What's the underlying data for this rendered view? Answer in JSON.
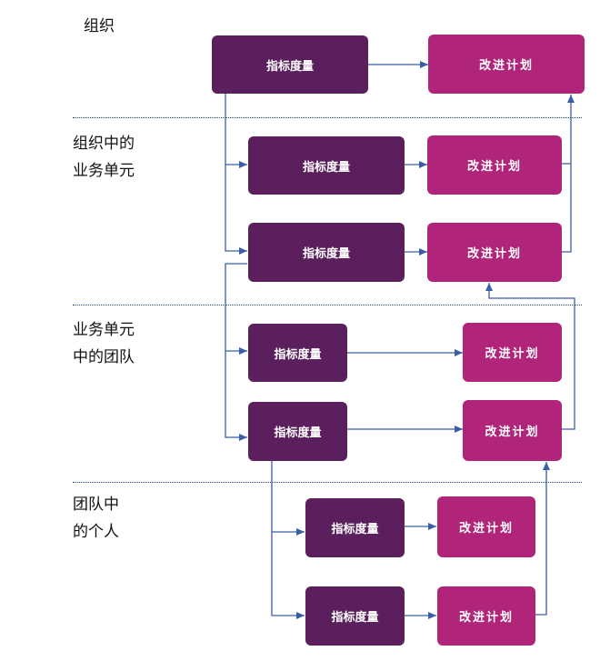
{
  "levels": {
    "org": "组织",
    "business_unit": "组织中的\n业务单元",
    "team": "业务单元\n中的团队",
    "individual": "团队中\n的个人"
  },
  "metric_label": "指标度量",
  "improve_label": "改进计划",
  "colors": {
    "metric_box": "#5c1f5e",
    "improve_box": "#b0257a",
    "connector": "#3a5ea8",
    "divider": "#1f3f7a"
  }
}
